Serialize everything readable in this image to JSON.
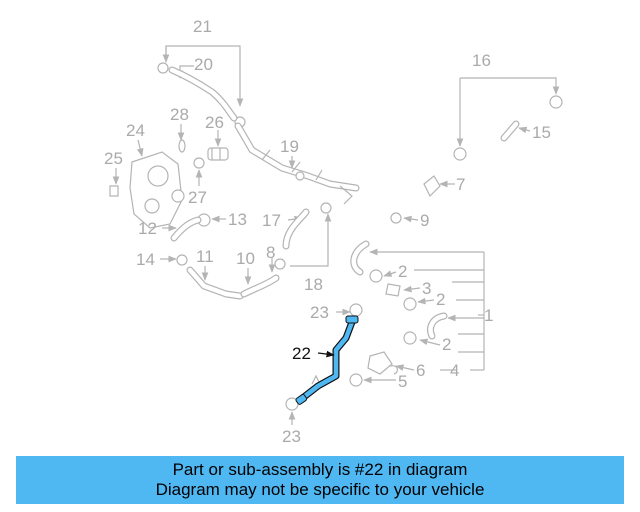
{
  "diagram": {
    "highlight_color": "#4fb8f3",
    "callouts": {
      "c1": "1",
      "c2a": "2",
      "c2b": "2",
      "c2c": "2",
      "c3": "3",
      "c4": "4",
      "c5": "5",
      "c6": "6",
      "c7": "7",
      "c8": "8",
      "c9": "9",
      "c10": "10",
      "c11": "11",
      "c12": "12",
      "c13": "13",
      "c14": "14",
      "c15": "15",
      "c16": "16",
      "c17": "17",
      "c18": "18",
      "c19": "19",
      "c20": "20",
      "c21": "21",
      "c22": "22",
      "c23a": "23",
      "c23b": "23",
      "c24": "24",
      "c25": "25",
      "c26": "26",
      "c27": "27",
      "c28": "28"
    }
  },
  "banner": {
    "color": "#4fb8f3",
    "line1": "Part or sub-assembly is #22 in diagram",
    "line2": "Diagram may not be specific to your vehicle"
  }
}
